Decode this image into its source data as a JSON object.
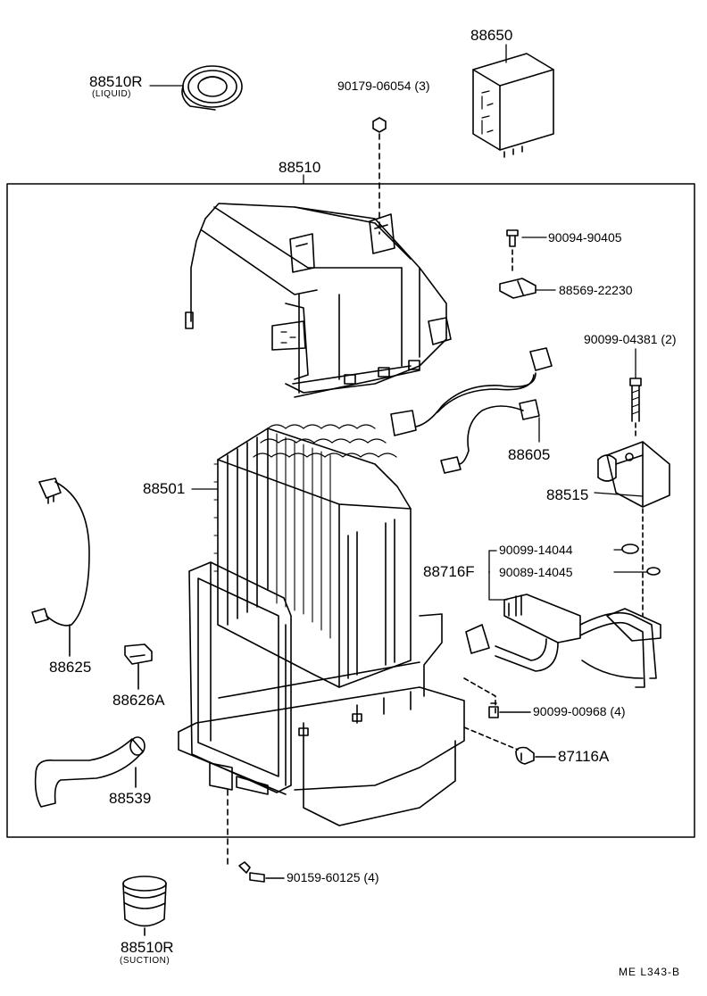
{
  "parts": {
    "p88650": "88650",
    "p88510R_liquid": "88510R",
    "liquid_note": "(LIQUID)",
    "p90179": "90179-06054 (3)",
    "p88510": "88510",
    "p90094": "90094-90405",
    "p88569": "88569-22230",
    "p90099_04381": "90099-04381 (2)",
    "p88605": "88605",
    "p88501": "88501",
    "p88515": "88515",
    "p90099_14044": "90099-14044",
    "p88716F": "88716F",
    "p90089_14045": "90089-14045",
    "p88625": "88625",
    "p88626A": "88626A",
    "p90099_00968": "90099-00968 (4)",
    "p87116A": "87116A",
    "p88539": "88539",
    "p90159": "90159-60125 (4)",
    "p88510R_suction": "88510R",
    "suction_note": "(SUCTION)"
  },
  "footer": {
    "code": "ME  L343-B"
  }
}
